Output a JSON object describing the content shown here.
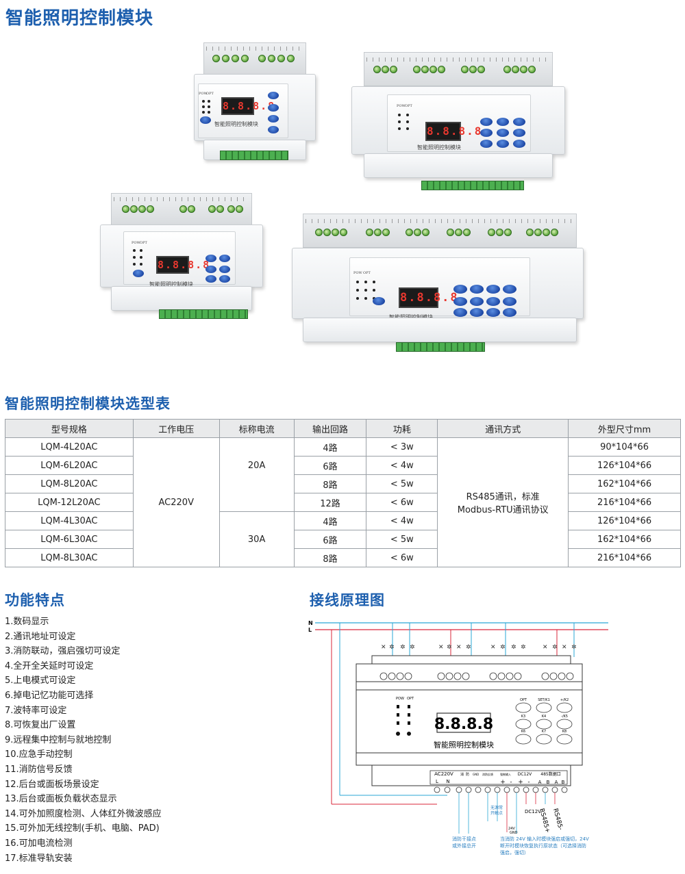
{
  "title": "智能照明控制模块",
  "selection_title": "智能照明控制模块选型表",
  "features_title": "功能特点",
  "wiring_title": "接线原理图",
  "device": {
    "display": "8.8.8.8",
    "brand_label": "智能照明控制模块",
    "pow": "POW",
    "opt": "OPT",
    "ac_label": "AC220V",
    "dc_label": "DC12V",
    "rs485_label": "485数据口",
    "l": "L",
    "n": "N",
    "a": "A",
    "b": "B"
  },
  "table": {
    "headers": [
      "型号规格",
      "工作电压",
      "标称电流",
      "输出回路",
      "功耗",
      "通讯方式",
      "外型尺寸mm"
    ],
    "models": [
      "LQM-4L20AC",
      "LQM-6L20AC",
      "LQM-8L20AC",
      "LQM-12L20AC",
      "LQM-4L30AC",
      "LQM-6L30AC",
      "LQM-8L30AC"
    ],
    "voltage": "AC220V",
    "current_20": "20A",
    "current_30": "30A",
    "circuits": [
      "4路",
      "6路",
      "8路",
      "12路",
      "4路",
      "6路",
      "8路"
    ],
    "power": [
      "< 3w",
      "< 4w",
      "< 5w",
      "< 6w",
      "< 4w",
      "< 5w",
      "< 6w"
    ],
    "comm_line1": "RS485通讯，标准",
    "comm_line2": "Modbus-RTU通讯协议",
    "sizes": [
      "90*104*66",
      "126*104*66",
      "162*104*66",
      "216*104*66",
      "126*104*66",
      "162*104*66",
      "216*104*66"
    ]
  },
  "features": [
    "1.数码显示",
    "2.通讯地址可设定",
    "3.消防联动，强启强切可设定",
    "4.全开全关延时可设定",
    "5.上电模式可设定",
    "6.掉电记忆功能可选择",
    "7.波特率可设定",
    "8.可恢复出厂设置",
    "9.远程集中控制与就地控制",
    "10.应急手动控制",
    "11.消防信号反馈",
    "12.后台或面板场景设定",
    "13.后台或面板负载状态显示",
    "14.可外加照度检测、人体红外微波感应",
    "15.可外加无线控制(手机、电脑、PAD)",
    "16.可加电流检测",
    "17.标准导轨安装"
  ],
  "diagram": {
    "n_label": "N",
    "l_label": "L",
    "display": "8.8.8.8",
    "module_label": "智能照明控制模块",
    "pow": "POW",
    "opt": "OPT",
    "keys": [
      "OPT",
      "SET/K1",
      "+/K2",
      "K3",
      "K4",
      "-/K5",
      "K6",
      "K7",
      "K8"
    ],
    "ac220v": "AC220V",
    "fire_label1": "消",
    "fire_label2": "防",
    "gnd": "GND",
    "feedback": "消防反馈",
    "emergency": "强制输入",
    "dc12v": "DC12V",
    "rs485": "485数据口",
    "term_l": "L",
    "term_n": "N",
    "term_a": "A",
    "term_b": "B",
    "plus": "+",
    "minus": "-",
    "dc12v_out": "DC12V",
    "rs485_plus": "RS485+",
    "rs485_minus": "RS485-",
    "no_open": "无源常",
    "no_open2": "开触点",
    "v24": "24V",
    "gnd2": "GND",
    "fire_note1": "消防干接点",
    "fire_note2": "或外接总开",
    "force_note1": "当消防 24V 输入时模块强启或强切，24V",
    "force_note2": "断开时模块恢复执行原状态（可选择消防",
    "force_note3": "强启，强切）"
  }
}
